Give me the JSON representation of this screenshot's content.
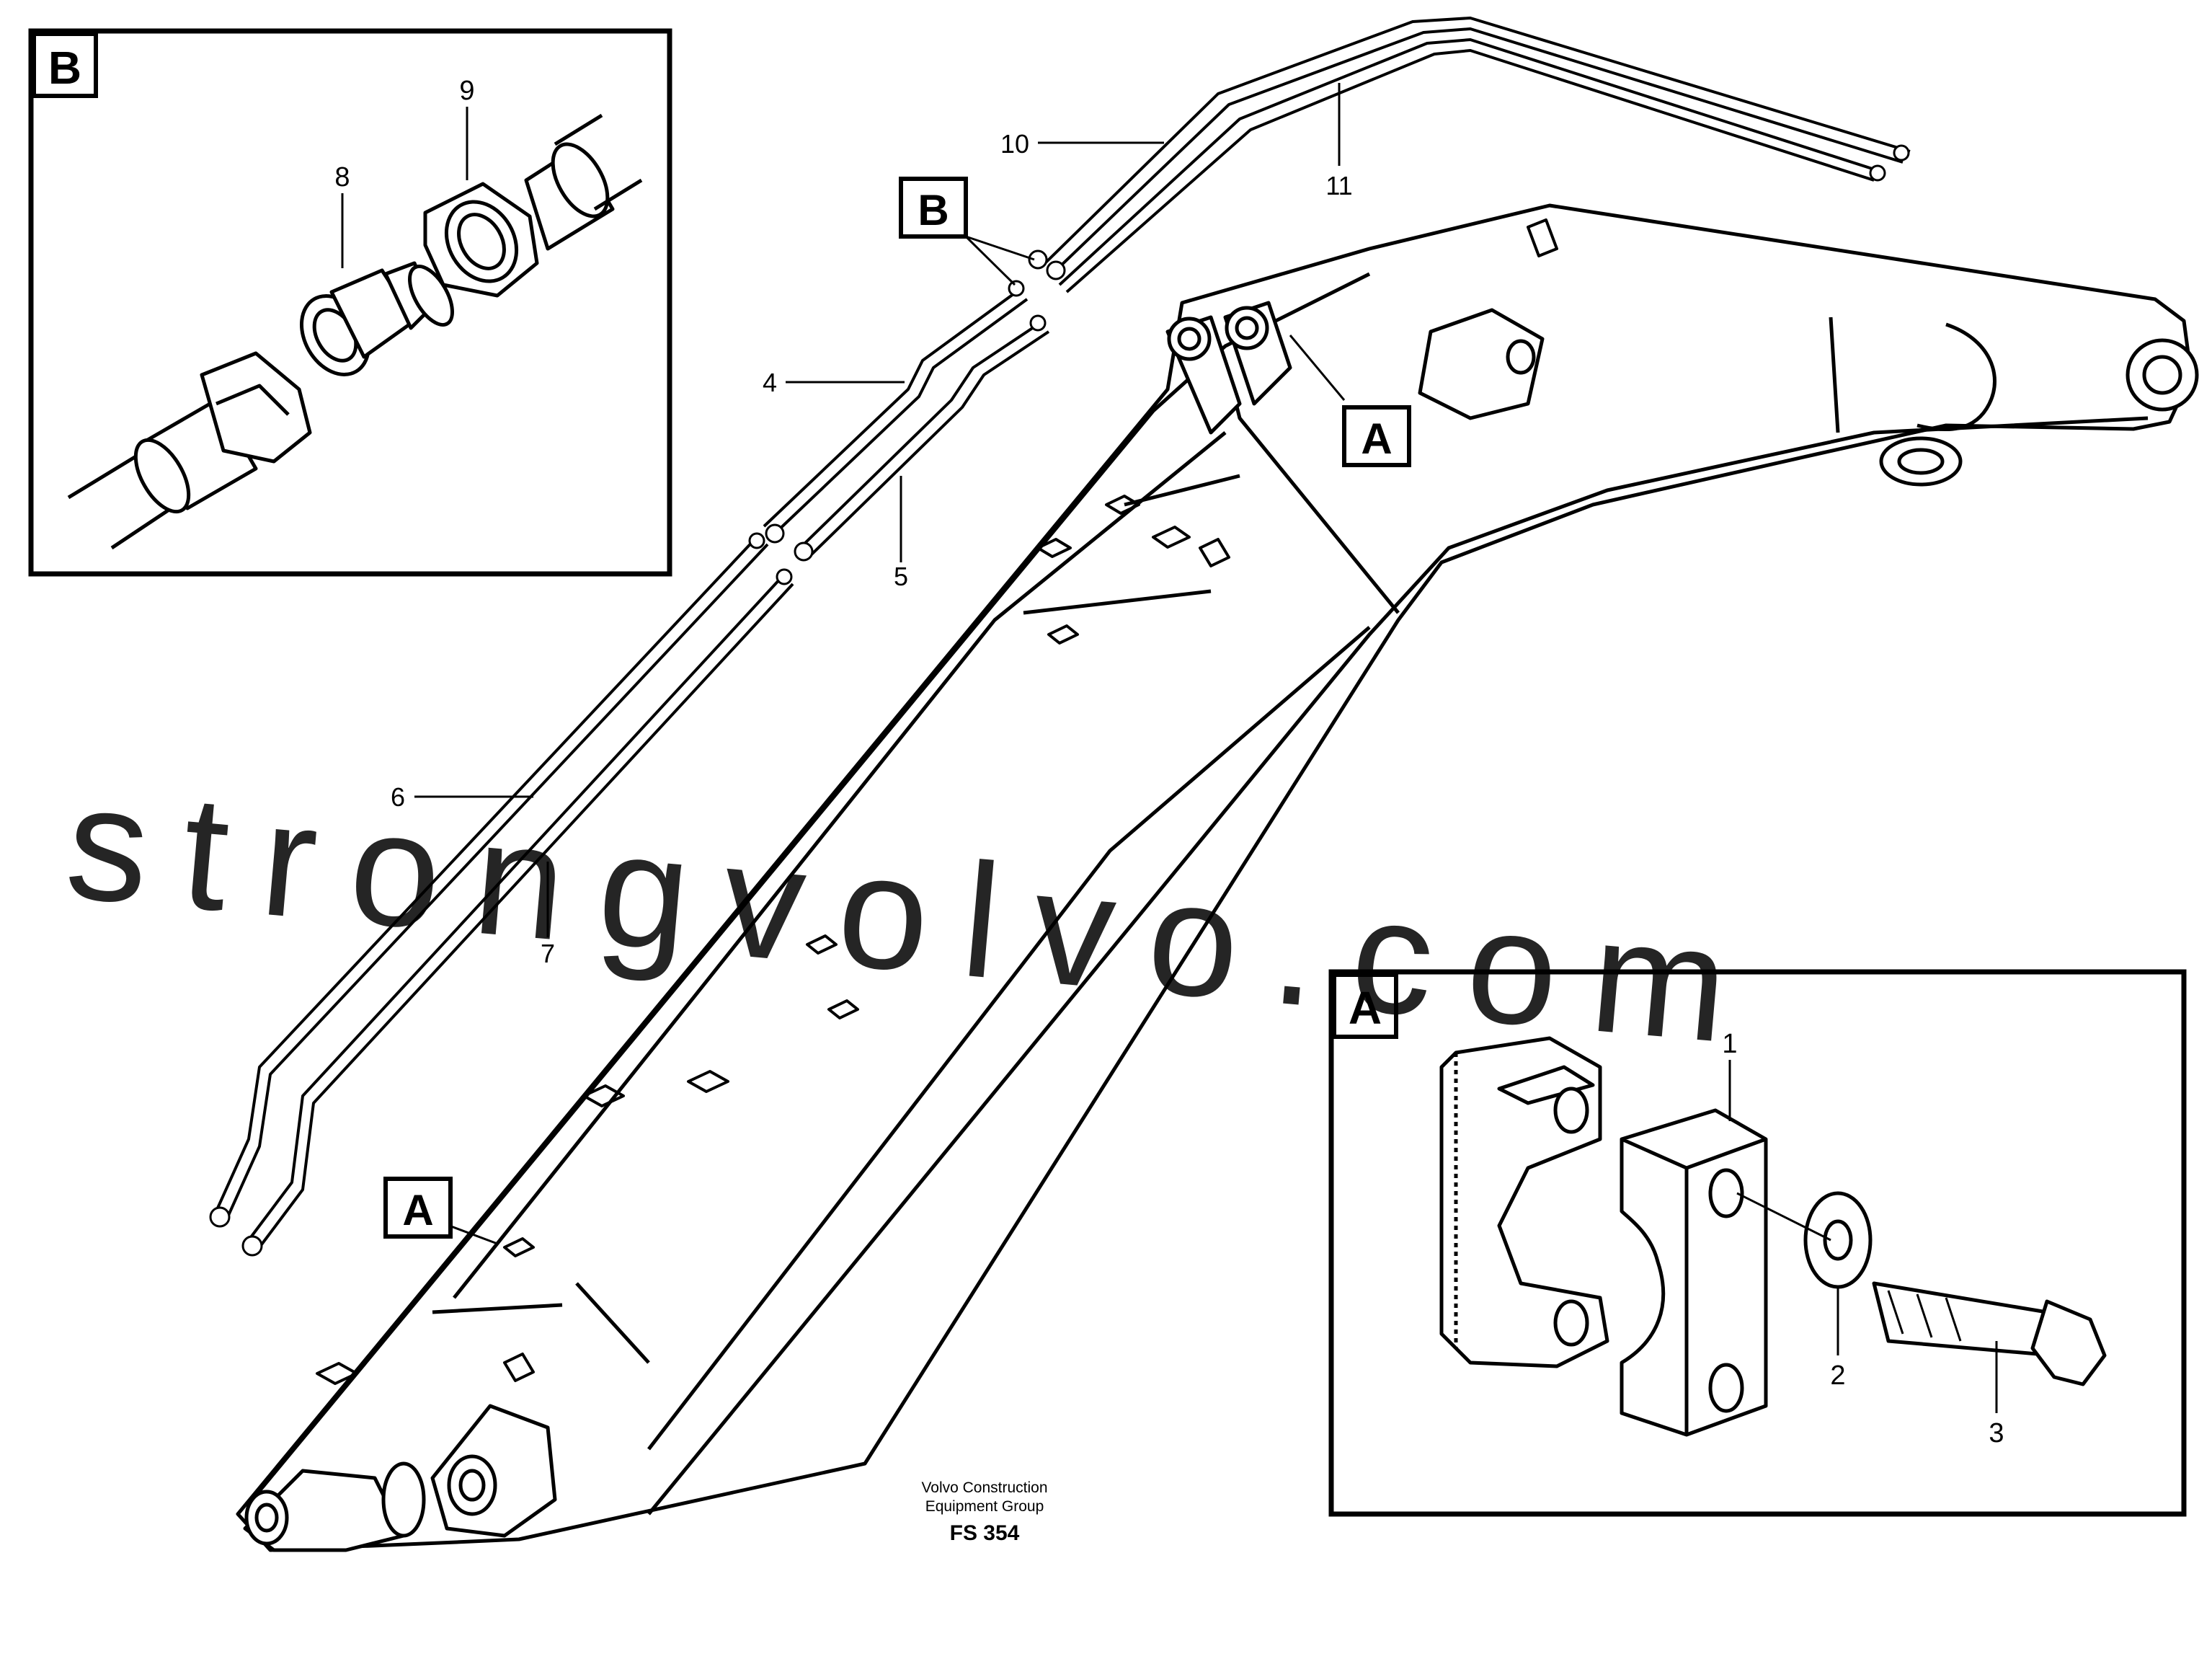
{
  "insets": {
    "b": {
      "letter": "B",
      "callouts": {
        "c8": "8",
        "c9": "9"
      }
    },
    "a": {
      "letter": "A",
      "callouts": {
        "c1": "1",
        "c2": "2",
        "c3": "3"
      }
    }
  },
  "main": {
    "callouts": {
      "c4": "4",
      "c5": "5",
      "c6": "6",
      "c7": "7",
      "c10": "10",
      "c11": "11"
    },
    "view_tags": {
      "b_top": "B",
      "a_top": "A",
      "a_lower": "A"
    }
  },
  "footer": {
    "line1": "Volvo Construction",
    "line2": "Equipment Group",
    "code": "FS 354"
  },
  "watermark": {
    "text": "strongvolvo.com",
    "color": "#e9b3b3"
  }
}
